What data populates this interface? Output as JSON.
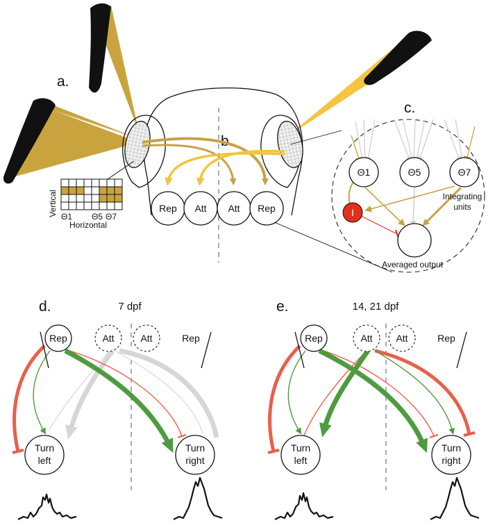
{
  "panels": {
    "a": "a.",
    "b": "b.",
    "c": "c.",
    "d": "d.",
    "e": "e."
  },
  "panel_b": {
    "nodes": [
      "Rep",
      "Att",
      "Att",
      "Rep"
    ],
    "grid_axis_vertical": "Vertical",
    "grid_axis_horizontal": "Horizontal",
    "grid_ticks": [
      "Θ1",
      "Θ5",
      "Θ7"
    ]
  },
  "panel_c": {
    "units": [
      "Θ1",
      "Θ5",
      "Θ7"
    ],
    "inhibitory_unit": "I",
    "integrating_units_label": [
      "Integrating",
      "units"
    ],
    "output_label": "Averaged output"
  },
  "panel_d": {
    "title": "7 dpf",
    "top_nodes": [
      "Rep",
      "Att",
      "Att",
      "Rep"
    ],
    "turn_left": [
      "Turn",
      "left"
    ],
    "turn_right": [
      "Turn",
      "right"
    ]
  },
  "panel_e": {
    "title": "14, 21 dpf",
    "top_nodes": [
      "Rep",
      "Att",
      "Att",
      "Rep"
    ],
    "turn_left": [
      "Turn",
      "left"
    ],
    "turn_right": [
      "Turn",
      "right"
    ]
  },
  "colors": {
    "stimulus_gold": "#c9a43e",
    "stimulus_yellow": "#f5c542",
    "projection_gold": "#c7a243",
    "projection_yellow": "#f0c53c",
    "excitatory_green": "#4f9b3f",
    "inhibitory_red": "#e8604c",
    "inactive_gray": "#d6d6d6",
    "inhibitory_node": "#e0301e"
  }
}
